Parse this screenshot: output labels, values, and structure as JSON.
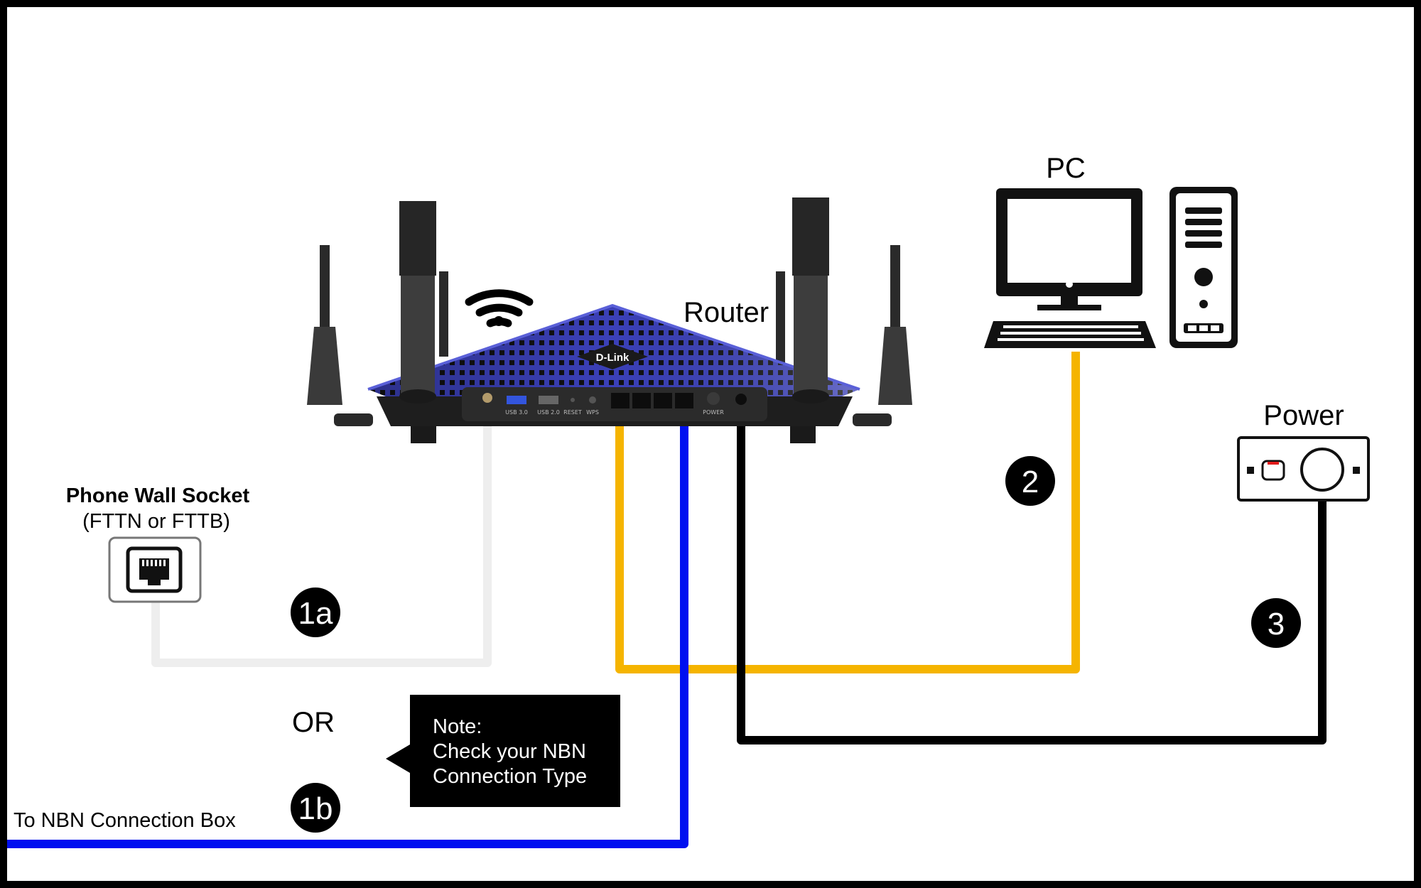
{
  "labels": {
    "router": "Router",
    "pc": "PC",
    "power": "Power",
    "wall_socket_title": "Phone Wall Socket",
    "wall_socket_subtitle": "(FTTN or FTTB)",
    "or": "OR",
    "nbn_box": "To NBN Connection Box",
    "brand": "D-Link"
  },
  "badges": {
    "b1a": "1a",
    "b1b": "1b",
    "b2": "2",
    "b3": "3"
  },
  "note": {
    "line1": "Note:",
    "line2": "Check your NBN",
    "line3": "Connection Type"
  },
  "router_ports": {
    "usb3": "USB 3.0",
    "usb2": "USB 2.0",
    "reset": "RESET",
    "wps": "WPS",
    "power": "POWER"
  },
  "colors": {
    "cable_phone": "#eeeeee",
    "cable_lan": "#f5b400",
    "cable_wan": "#0010f0",
    "cable_power": "#000000",
    "router_body": "#3a3fb0",
    "frame": "#000000"
  }
}
